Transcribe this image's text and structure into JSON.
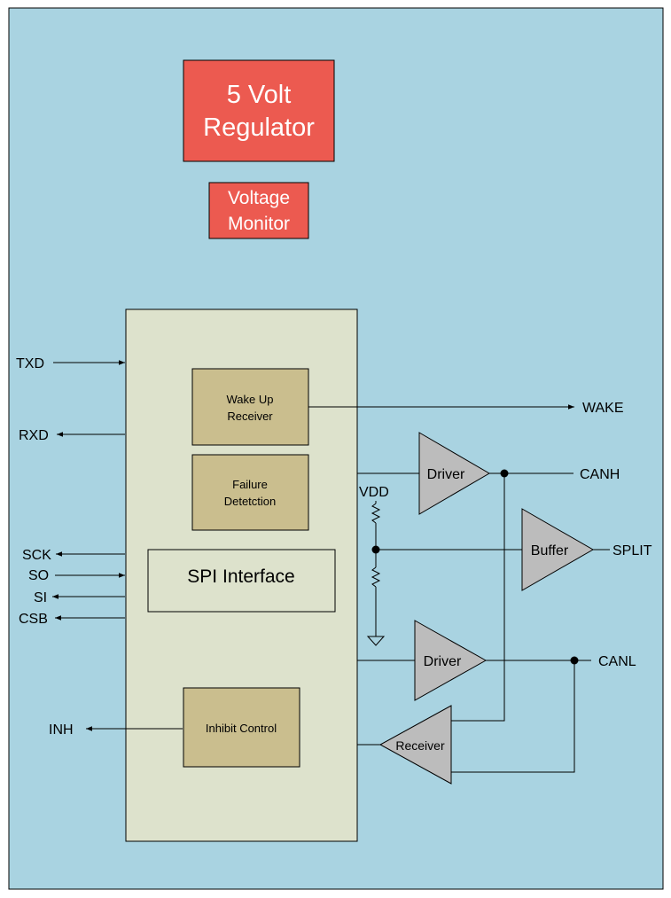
{
  "colors": {
    "background": "#a9d3e1",
    "regulator_fill": "#ec5a50",
    "core_fill": "#dde2cc",
    "block_fill": "#cabe8e",
    "amp_fill": "#bcbcbc",
    "line": "#000000",
    "regulator_text": "#ffffff"
  },
  "blocks": {
    "regulator": [
      "5 Volt",
      "Regulator"
    ],
    "voltage_monitor": [
      "Voltage",
      "Monitor"
    ],
    "wake_up_receiver": [
      "Wake Up",
      "Receiver"
    ],
    "failure_detection": [
      "Failure",
      "Detetction"
    ],
    "spi_interface": "SPI Interface",
    "inhibit_control": "Inhibit Control"
  },
  "amplifiers": {
    "driver_h": "Driver",
    "driver_l": "Driver",
    "buffer": "Buffer",
    "receiver": "Receiver"
  },
  "pins": {
    "txd": "TXD",
    "rxd": "RXD",
    "sck": "SCK",
    "so": "SO",
    "si": "SI",
    "csb": "CSB",
    "inh": "INH",
    "wake": "WAKE",
    "canh": "CANH",
    "split": "SPLIT",
    "canl": "CANL",
    "vdd": "VDD"
  }
}
